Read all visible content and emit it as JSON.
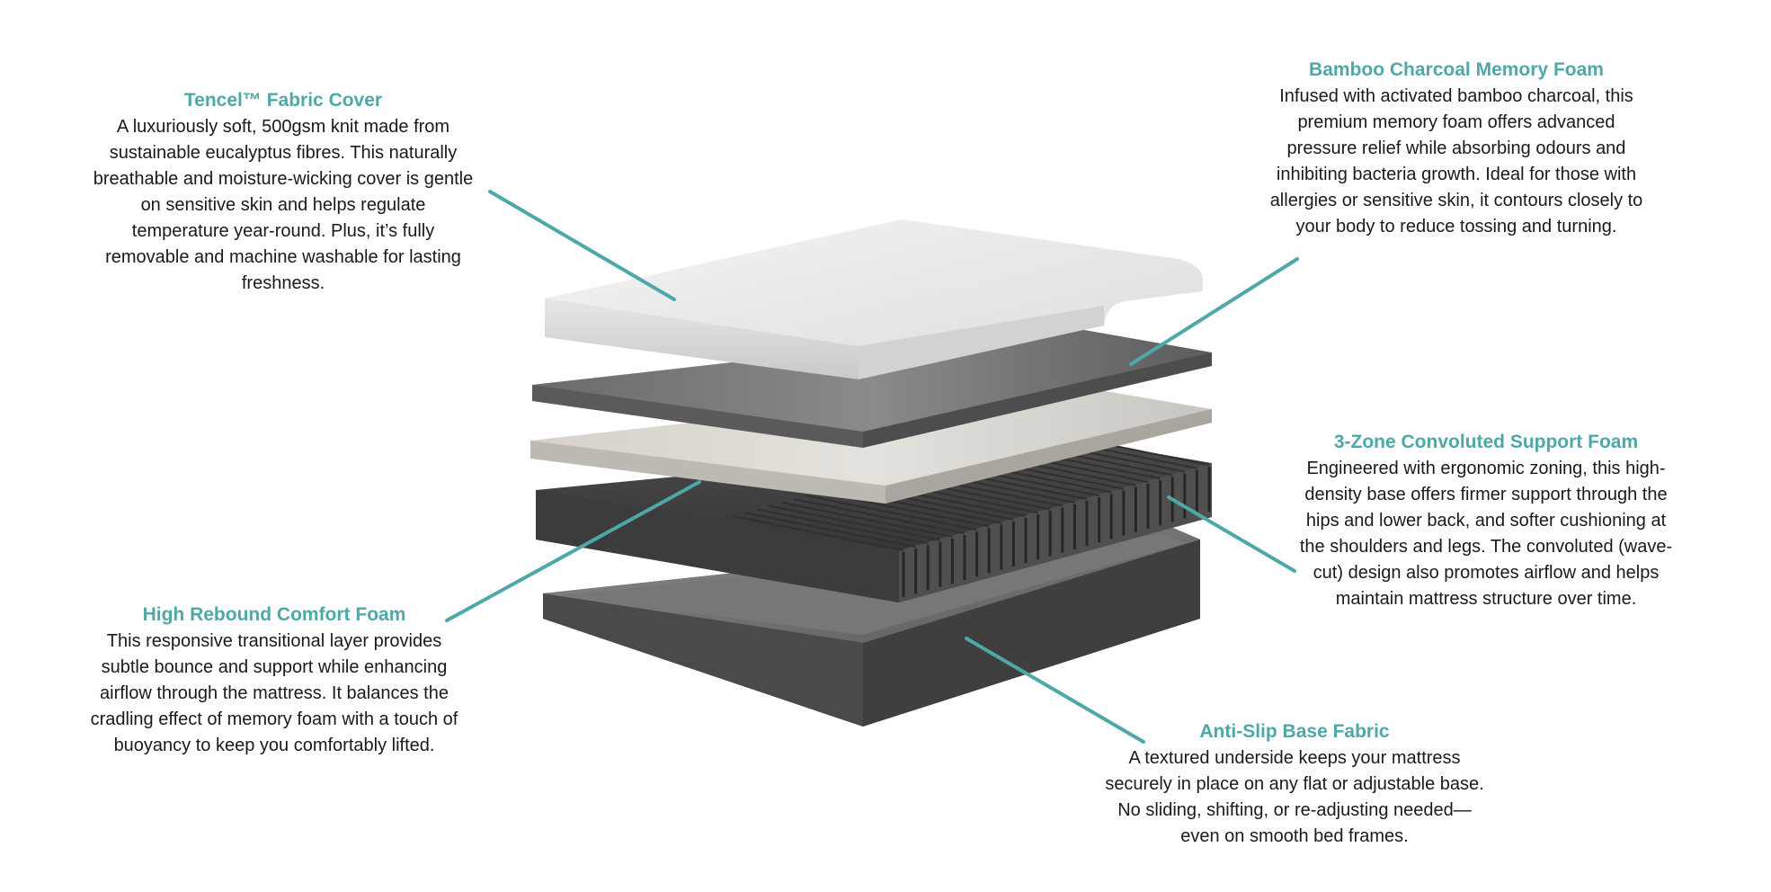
{
  "colors": {
    "accent": "#4fa8a8",
    "text": "#1a1a1a",
    "background": "#ffffff"
  },
  "callouts": {
    "tencel": {
      "title": "Tencel™ Fabric Cover",
      "body": "A luxuriously soft, 500gsm knit made from sustainable eucalyptus fibres. This naturally breathable and moisture-wicking cover is gentle on sensitive skin and helps regulate temperature year-round. Plus, it’s fully removable and machine washable for lasting freshness."
    },
    "bamboo": {
      "title": "Bamboo Charcoal Memory Foam",
      "body": "Infused with activated bamboo charcoal, this premium memory foam offers advanced pressure relief while absorbing odours and inhibiting bacteria growth. Ideal for those with allergies or sensitive skin, it contours closely to your body to reduce tossing and turning."
    },
    "zone": {
      "title": "3-Zone Convoluted Support Foam",
      "body": "Engineered with ergonomic zoning, this high-density base offers firmer support through the hips and lower back, and softer cushioning at the shoulders and legs. The convoluted (wave-cut) design also promotes airflow and helps maintain mattress structure over time."
    },
    "rebound": {
      "title": "High Rebound Comfort Foam",
      "body": "This responsive transitional layer provides subtle bounce and support while enhancing airflow through the mattress. It balances the cradling effect of memory foam with a touch of buoyancy to keep you comfortably lifted."
    },
    "antislip": {
      "title": "Anti-Slip Base Fabric",
      "body": "A textured underside keeps your mattress securely in place on any flat or adjustable base. No sliding, shifting, or re-adjusting needed—even on smooth bed frames."
    }
  }
}
